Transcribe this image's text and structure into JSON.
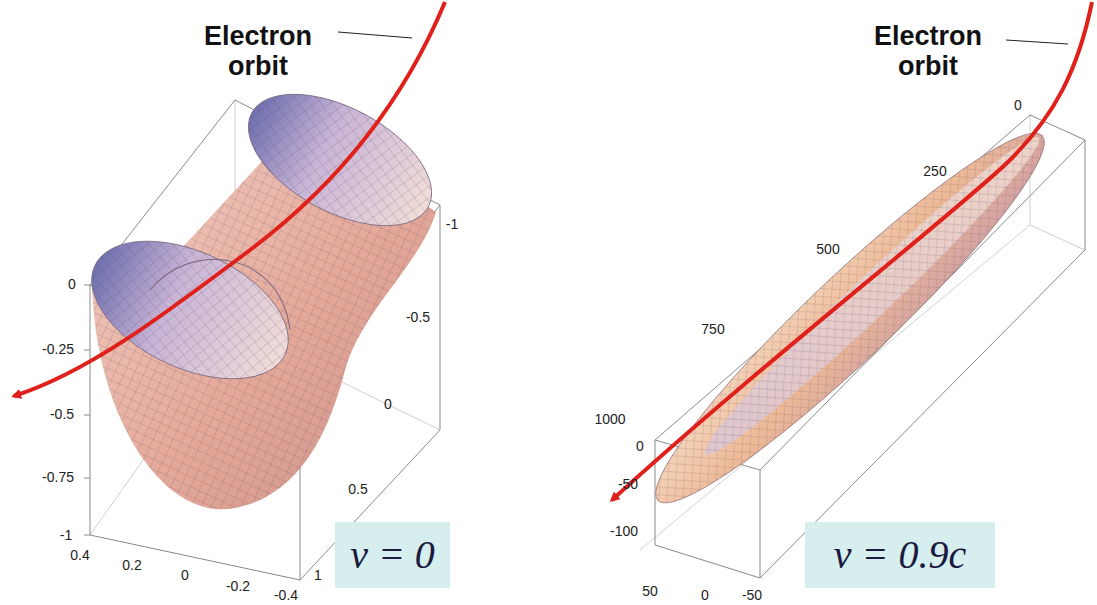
{
  "diagram": {
    "nodes": [
      {
        "text": [
          "v = 0"
        ]
      },
      {
        "text": [
          "v = 0.9c"
        ]
      }
    ],
    "labels": [
      "Electron orbit",
      "0",
      "-0.25",
      "-0.5",
      "-0.75",
      "-1",
      "-1",
      "-0.5",
      "0",
      "0.5",
      "1",
      "0.4",
      "0.2",
      "0",
      "-0.2",
      "-0.4",
      "Electron orbit",
      "0",
      "250",
      "500",
      "750",
      "1000",
      "0",
      "-50",
      "-100",
      "50",
      "0",
      "-50"
    ]
  }
}
